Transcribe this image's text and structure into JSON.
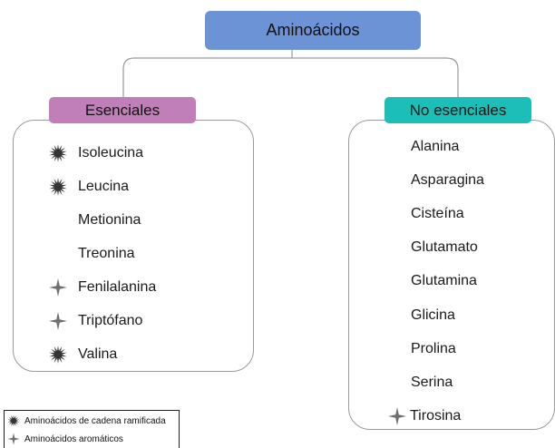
{
  "root": {
    "label": "Aminoácidos",
    "color": "#6b93d6"
  },
  "groups": {
    "essential": {
      "label": "Esenciales",
      "color": "#c07fb8",
      "items": [
        {
          "label": "Isoleucina",
          "marker": "burst-icon"
        },
        {
          "label": "Leucina",
          "marker": "burst-icon"
        },
        {
          "label": "Metionina",
          "marker": ""
        },
        {
          "label": "Treonina",
          "marker": ""
        },
        {
          "label": "Fenilalanina",
          "marker": "sparkle-icon"
        },
        {
          "label": "Triptófano",
          "marker": "sparkle-icon"
        },
        {
          "label": "Valina",
          "marker": "burst-icon"
        }
      ]
    },
    "nonessential": {
      "label": "No esenciales",
      "color": "#1bbfb8",
      "items": [
        {
          "label": "Alanina",
          "marker": ""
        },
        {
          "label": "Asparagina",
          "marker": ""
        },
        {
          "label": "Cisteína",
          "marker": ""
        },
        {
          "label": "Glutamato",
          "marker": ""
        },
        {
          "label": "Glutamina",
          "marker": ""
        },
        {
          "label": "Glicina",
          "marker": ""
        },
        {
          "label": "Prolina",
          "marker": ""
        },
        {
          "label": "Serina",
          "marker": ""
        },
        {
          "label": "Tirosina",
          "marker": "sparkle-icon"
        }
      ]
    }
  },
  "legend": [
    {
      "label": "Aminoácidos de cadena ramificada",
      "marker": "burst-icon"
    },
    {
      "label": "Aminoácidos aromáticos",
      "marker": "sparkle-icon"
    }
  ],
  "colors": {
    "connector": "#9a9a9a",
    "frame": "#9a9a9a",
    "marker": "#333333",
    "sparkle": "#6f6f6f"
  }
}
